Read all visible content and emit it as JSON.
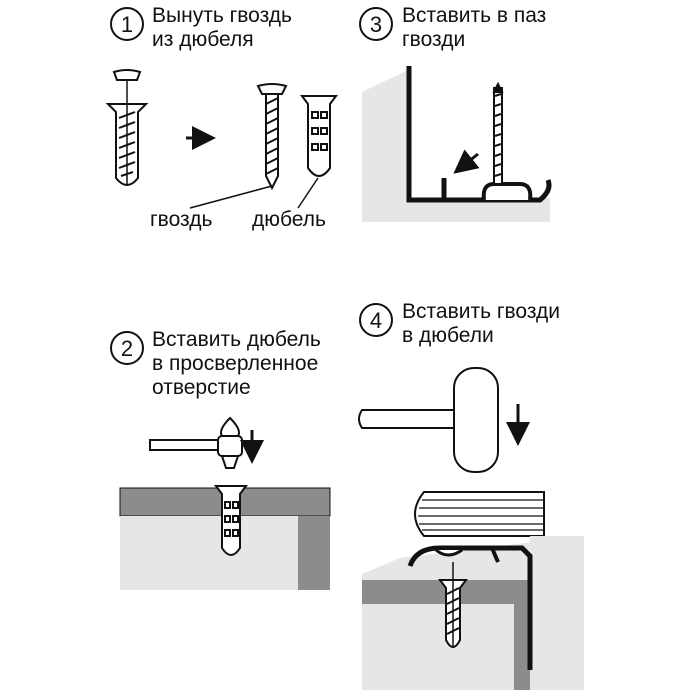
{
  "steps": [
    {
      "number": "1",
      "lines": [
        "Вынуть гвоздь",
        "из дюбеля"
      ]
    },
    {
      "number": "2",
      "lines": [
        "Вставить дюбель",
        "в просверленное",
        "отверстие"
      ]
    },
    {
      "number": "3",
      "lines": [
        "Вставить в паз",
        "гвозди"
      ]
    },
    {
      "number": "4",
      "lines": [
        "Вставить гвозди",
        "в дюбели"
      ]
    }
  ],
  "callouts": {
    "nail": "гвоздь",
    "dowel": "дюбель"
  },
  "colors": {
    "stroke": "#111111",
    "wall_dark": "#8c8c8c",
    "wall_light": "#e6e6e6",
    "white": "#ffffff"
  }
}
